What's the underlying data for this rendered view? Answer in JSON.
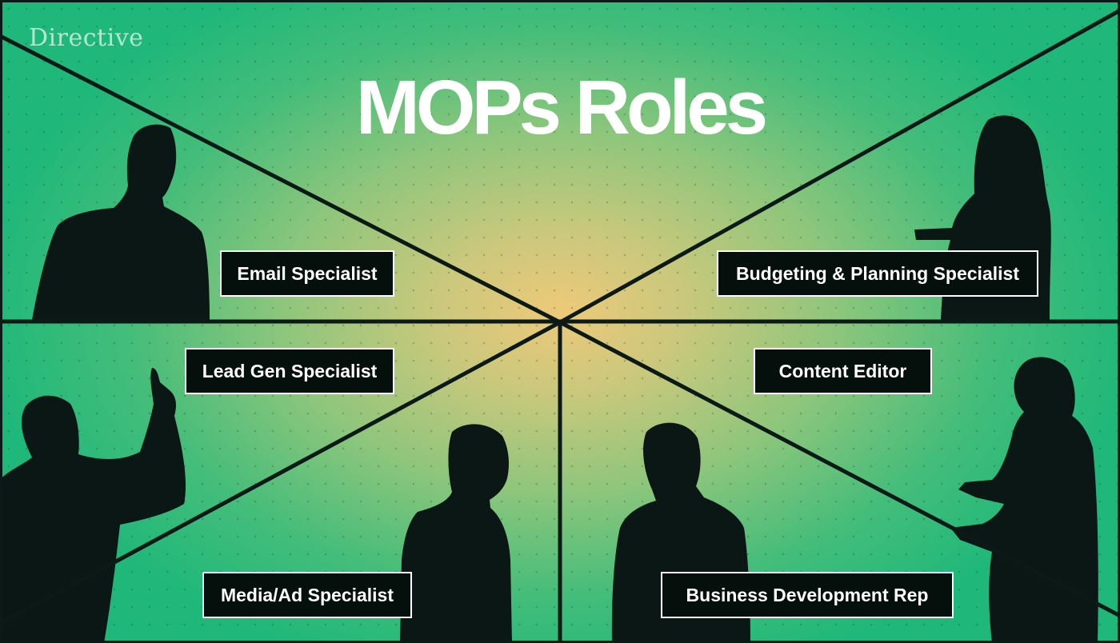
{
  "brand": {
    "name": "Directive"
  },
  "title": "MOPs Roles",
  "roles": [
    {
      "id": "email",
      "label": "Email Specialist"
    },
    {
      "id": "budget",
      "label": "Budgeting & Planning Specialist"
    },
    {
      "id": "leadgen",
      "label": "Lead Gen Specialist"
    },
    {
      "id": "content",
      "label": "Content Editor"
    },
    {
      "id": "media",
      "label": "Media/Ad Specialist"
    },
    {
      "id": "bizdev",
      "label": "Business Development Rep"
    }
  ],
  "colors": {
    "background_center": "#eec97a",
    "background_edge": "#1fb87a",
    "line": "#0c1a17",
    "silhouette": "#0b1714",
    "label_bg": "#05100d",
    "label_text": "#ffffff"
  },
  "icons": {
    "silhouettes": [
      "person-pointing-icon",
      "person-standing-icon",
      "woman-with-tablet-icon",
      "person-gesturing-icon"
    ]
  }
}
